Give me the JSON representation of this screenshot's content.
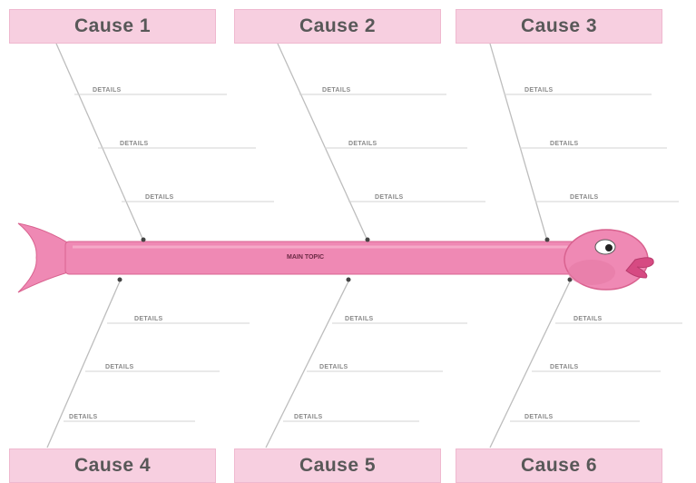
{
  "diagram": {
    "type": "fishbone",
    "main_topic": "MAIN TOPIC",
    "detail_label": "DETAILS",
    "colors": {
      "fish_body": "#ef89b4",
      "fish_dark": "#d9628f",
      "cause_box": "#f7cfe0",
      "bone_line": "#bdbdbd"
    },
    "causes": [
      {
        "label": "Cause 1",
        "details": [
          "DETAILS",
          "DETAILS",
          "DETAILS"
        ]
      },
      {
        "label": "Cause 2",
        "details": [
          "DETAILS",
          "DETAILS",
          "DETAILS"
        ]
      },
      {
        "label": "Cause 3",
        "details": [
          "DETAILS",
          "DETAILS",
          "DETAILS"
        ]
      },
      {
        "label": "Cause 4",
        "details": [
          "DETAILS",
          "DETAILS",
          "DETAILS"
        ]
      },
      {
        "label": "Cause 5",
        "details": [
          "DETAILS",
          "DETAILS",
          "DETAILS"
        ]
      },
      {
        "label": "Cause 6",
        "details": [
          "DETAILS",
          "DETAILS",
          "DETAILS"
        ]
      }
    ]
  }
}
